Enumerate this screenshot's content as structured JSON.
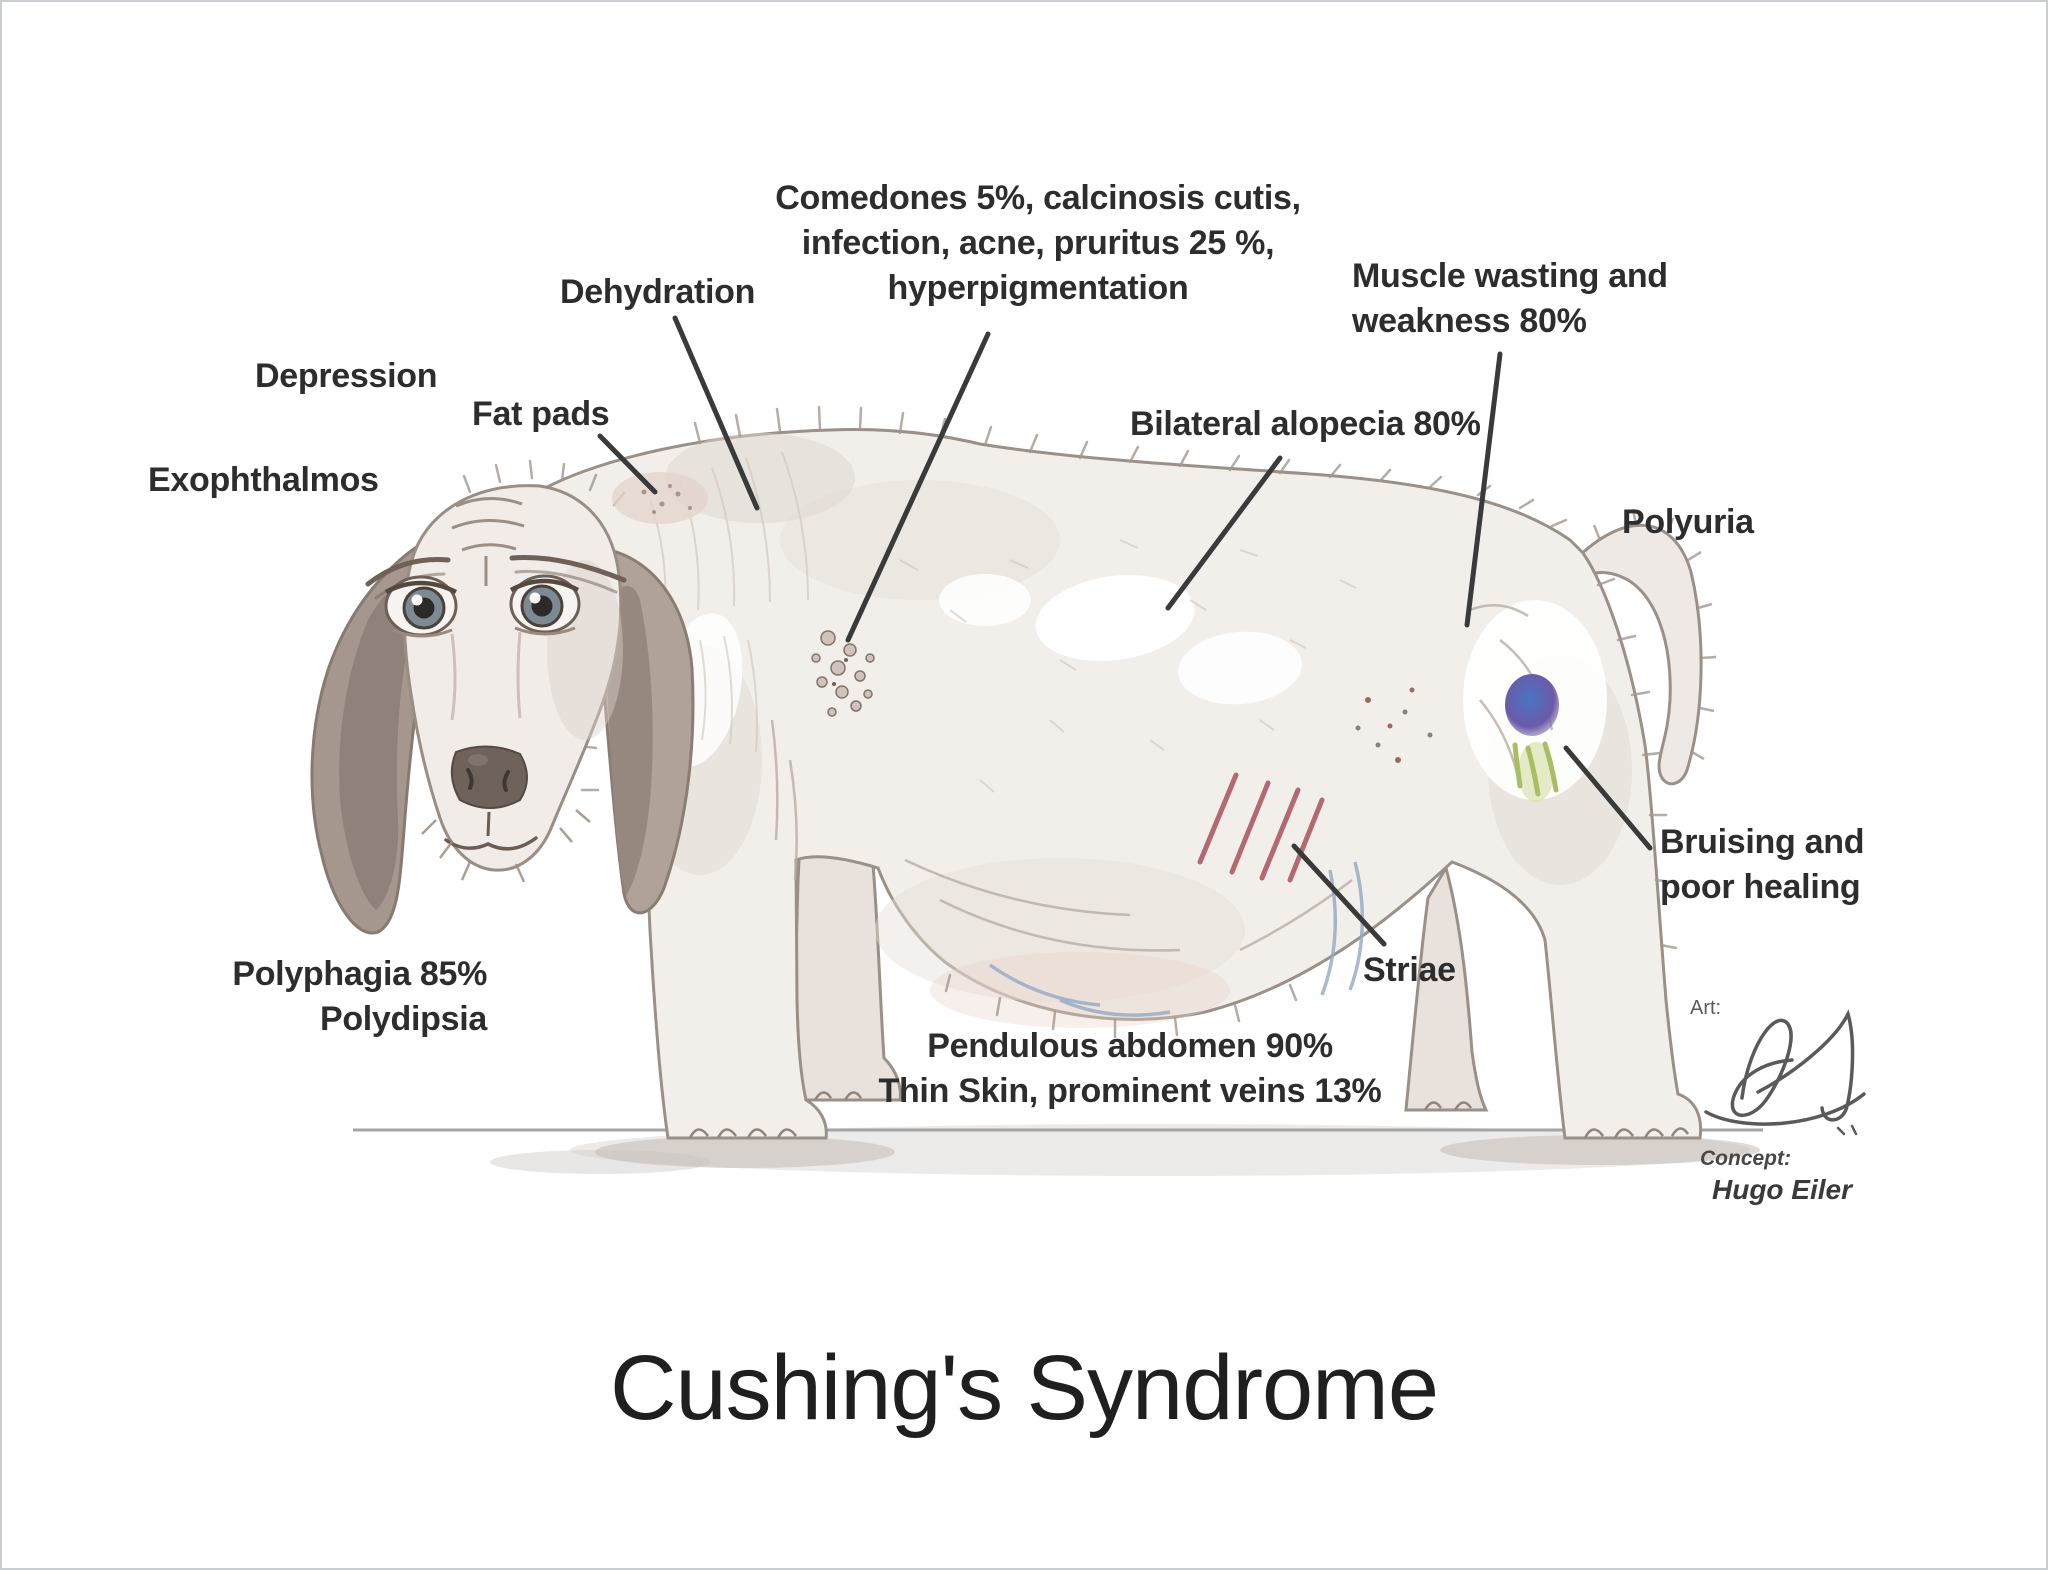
{
  "title": "Cushing's Syndrome",
  "labels": {
    "comedones_l1": "Comedones 5%, calcinosis cutis,",
    "comedones_l2": "infection, acne, pruritus 25 %,",
    "comedones_l3": "hyperpigmentation",
    "dehydration": "Dehydration",
    "muscle_l1": "Muscle wasting and",
    "muscle_l2": "weakness 80%",
    "depression": "Depression",
    "fat_pads": "Fat pads",
    "exophthalmos": "Exophthalmos",
    "alopecia": "Bilateral alopecia 80%",
    "polyuria": "Polyuria",
    "bruising_l1": "Bruising and",
    "bruising_l2": "poor healing",
    "striae": "Striae",
    "polyphagia": "Polyphagia 85%",
    "polydipsia": "Polydipsia",
    "abdomen_l1": "Pendulous abdomen 90%",
    "abdomen_l2": "Thin Skin, prominent veins 13%"
  },
  "credits": {
    "art_label": "Art:",
    "concept_label": "Concept:",
    "concept_name": "Hugo Eiler"
  },
  "colors": {
    "leader_line": "#3a3a3a",
    "text": "#2d2d2d",
    "striae_red": "#a8525e",
    "bruise_blue": "#4a74c4",
    "bruise_halo": "#6b5aa8",
    "healing_green": "#a9bd62",
    "vein_blue": "#93a9c4"
  }
}
